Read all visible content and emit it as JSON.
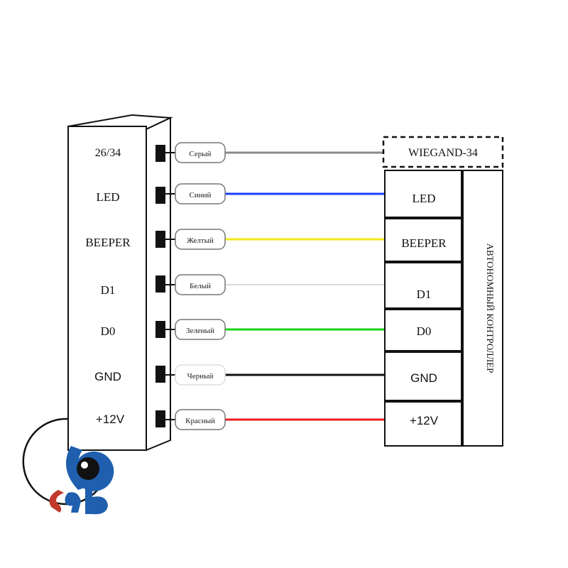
{
  "reader": {
    "pins": [
      "26/34",
      "LED",
      "BEEPER",
      "D1",
      "D0",
      "GND",
      "+12V"
    ]
  },
  "wires": [
    {
      "label": "Серый",
      "color": "#8a8a8a"
    },
    {
      "label": "Синий",
      "color": "#1a3cff"
    },
    {
      "label": "Желтый",
      "color": "#f2ea1a"
    },
    {
      "label": "Белый",
      "color": "#d8d8d8"
    },
    {
      "label": "Зеленый",
      "color": "#19d419"
    },
    {
      "label": "Черный",
      "color": "#111111"
    },
    {
      "label": "Красный",
      "color": "#ee1c1c"
    }
  ],
  "controller": {
    "wiegand_label": "WIEGAND-34",
    "terminals": [
      "LED",
      "BEEPER",
      "D1",
      "D0",
      "GND",
      "+12V"
    ],
    "side_label": "АВТОНОМНЫЙ КОНТРОЛЛЕР"
  },
  "colors": {
    "logo_blue": "#1f5fae",
    "logo_red": "#c0392b"
  }
}
